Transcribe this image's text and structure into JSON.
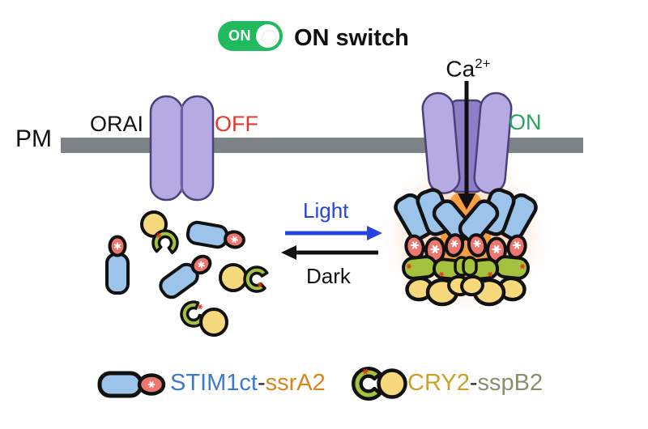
{
  "figure": {
    "switch_badge": {
      "state_label": "ON",
      "title": "ON switch"
    },
    "labels": {
      "membrane": "PM",
      "channel": "ORAI",
      "channel_state_off": "OFF",
      "channel_state_on": "ON",
      "ion_element": "Ca",
      "ion_charge": "2+",
      "stimulus_on": "Light",
      "stimulus_off": "Dark"
    },
    "legend": {
      "stim1": {
        "primary": "STIM1ct",
        "separator": "-",
        "secondary": "ssrA2"
      },
      "cry2": {
        "primary": "CRY2",
        "separator": "-",
        "secondary": "sspB2"
      }
    },
    "colors": {
      "toggle_green": "#22ba5f",
      "off_red": "#e23a2d",
      "on_green": "#27a45e",
      "light_blue": "#2444dd",
      "stim1_text_blue": "#3d7ac8",
      "ssra2_text_orange": "#d9861f",
      "cry2_text_gold": "#c9a227",
      "sspb2_text_olive": "#85926b",
      "membrane_gray": "#7c8285",
      "channel_purple_fill": "#b5aae2",
      "channel_pore_fill": "#8c7ec7",
      "channel_outline": "#4c4078",
      "stim1_blue": "#9cc3ea",
      "ssra2_red": "#ee766c",
      "cry2_yellow": "#f6d97d",
      "sspb2_green": "#a5c140",
      "glow_center_orange": "#f79a3c"
    }
  }
}
